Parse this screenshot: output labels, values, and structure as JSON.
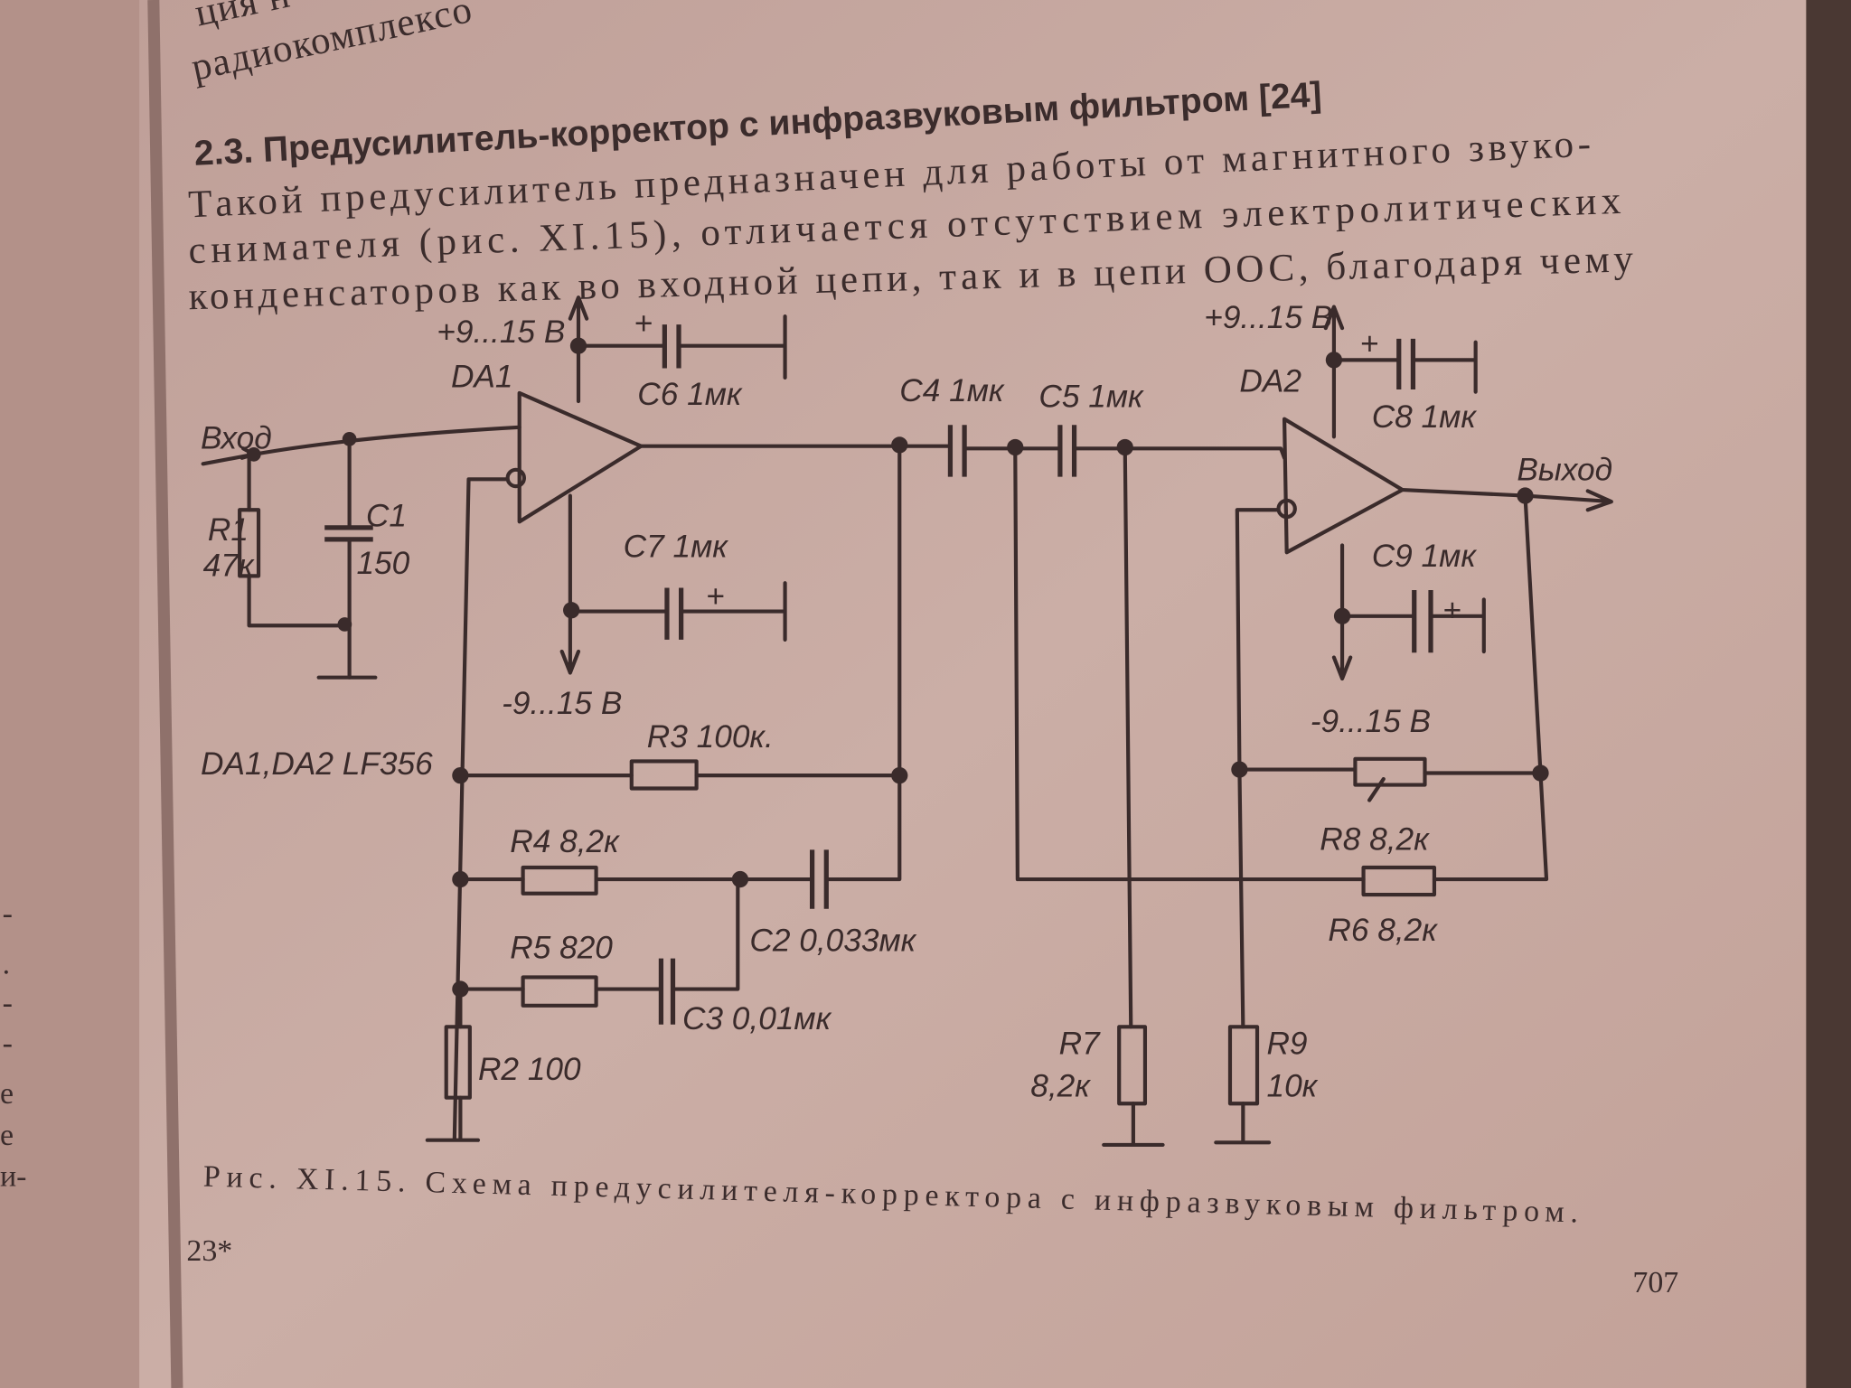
{
  "page": {
    "top_fragments": [
      "ция н",
      "радиокомплексо"
    ],
    "heading": "2.3. Предусилитель-корректор с инфразвуковым фильтром [24]",
    "paragraph": [
      "Такой предусилитель предназначен для работы от магнитного звуко-",
      "снимателя (рис.   XI.15), отличается отсутствием электролитических",
      "конденсаторов как во входной цепи, так и в цепи ООС, благодаря чему"
    ],
    "caption": "Рис. XI.15. Схема предусилителя-корректора с инфразвуковым фильтром.",
    "signature_mark": "23*",
    "page_number": "707",
    "left_page_fragments": [
      "-",
      ".",
      "-",
      "-",
      "е",
      "е",
      "и-"
    ]
  },
  "schematic": {
    "input_label": "Вход",
    "output_label": "Выход",
    "r1": [
      "R1",
      "47к"
    ],
    "c1": [
      "C1",
      "150"
    ],
    "da1": "DA1",
    "da2": "DA2",
    "da1_supply_pos": "+9...15 В",
    "da1_supply_neg": "-9...15 В",
    "da2_supply_pos": "+9...15 В",
    "da2_supply_neg": "-9...15 В",
    "c6": "C6 1мк",
    "c7": "C7 1мк",
    "c4": "C4 1мк",
    "c5": "C5 1мк",
    "c8": "C8 1мк",
    "c9": "C9 1мк",
    "plus": "+",
    "op_amp_note": "DA1,DA2 LF356",
    "r3": "R3 100к.",
    "r4": "R4 8,2к",
    "c2": "C2 0,033мк",
    "r5": "R5 820",
    "c3": "C3 0,01мк",
    "r2": "R2 100",
    "r7": [
      "R7",
      "8,2к"
    ],
    "r9": [
      "R9",
      "10к"
    ],
    "r8": "R8 8,2к",
    "r6": "R6 8,2к"
  },
  "colors": {
    "paper": "#c8aaa2",
    "ink": "#3a2b2b"
  }
}
